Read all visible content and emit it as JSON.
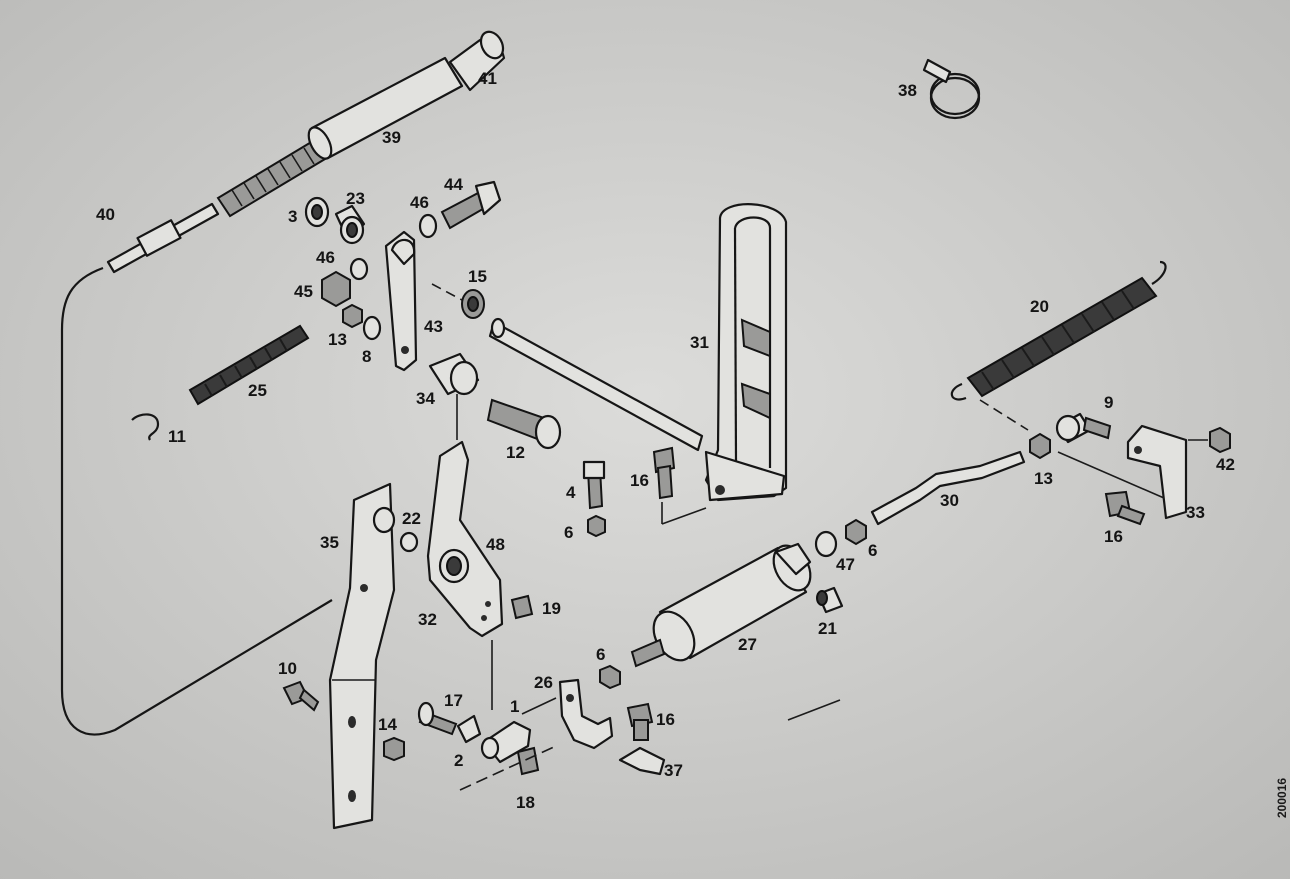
{
  "diagram": {
    "title": "",
    "catalog_code": "200016",
    "labels": [
      "1",
      "2",
      "3",
      "4",
      "6",
      "6",
      "6",
      "8",
      "9",
      "10",
      "11",
      "12",
      "13",
      "13",
      "14",
      "15",
      "16",
      "16",
      "16",
      "17",
      "18",
      "19",
      "20",
      "21",
      "22",
      "23",
      "25",
      "26",
      "27",
      "30",
      "31",
      "32",
      "33",
      "34",
      "35",
      "37",
      "38",
      "39",
      "40",
      "41",
      "42",
      "43",
      "44",
      "45",
      "46",
      "46",
      "47",
      "48"
    ]
  }
}
